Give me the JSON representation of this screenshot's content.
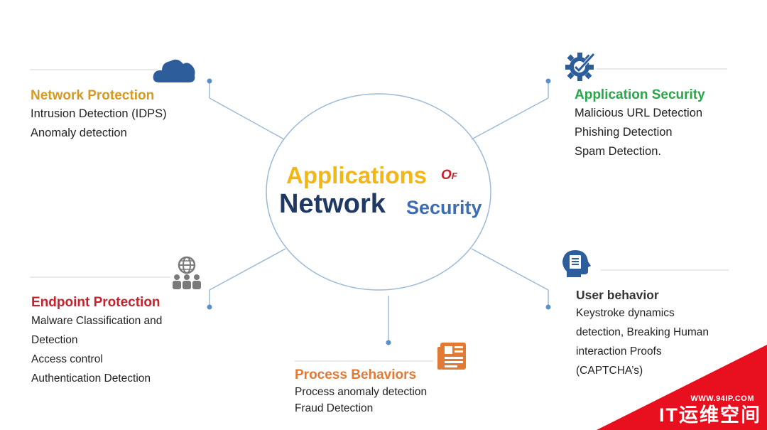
{
  "center": {
    "line1": "Applications",
    "of": "Of",
    "line2_a": "Network",
    "line2_b": "Security"
  },
  "blocks": {
    "network_protection": {
      "title": "Network Protection",
      "items": [
        "Intrusion Detection (IDPS)",
        "Anomaly detection"
      ]
    },
    "application_security": {
      "title": "Application Security",
      "items": [
        "Malicious URL Detection",
        "Phishing Detection",
        "Spam Detection."
      ]
    },
    "endpoint_protection": {
      "title": "Endpoint Protection",
      "items": [
        "Malware Classification and",
        "Detection",
        "Access control",
        "Authentication Detection"
      ]
    },
    "process_behaviors": {
      "title": "Process Behaviors",
      "items": [
        "Process anomaly detection",
        "Fraud Detection"
      ]
    },
    "user_behavior": {
      "title": "User behavior",
      "items": [
        "Keystroke dynamics",
        "detection, Breaking Human",
        "interaction Proofs",
        "(CAPTCHA’s)"
      ]
    }
  },
  "watermark": {
    "url": "WWW.94IP.COM",
    "brand": "IT运维空间"
  },
  "colors": {
    "line": "#9dbad6",
    "node": "#5b8fc9",
    "icon_blue": "#2e5d9c",
    "orange_title": "#d49a25",
    "green_title": "#2aa64a",
    "red_title": "#c8202c",
    "process_title": "#e07a35",
    "user_title": "#333333",
    "watermark": "#e8101f"
  }
}
